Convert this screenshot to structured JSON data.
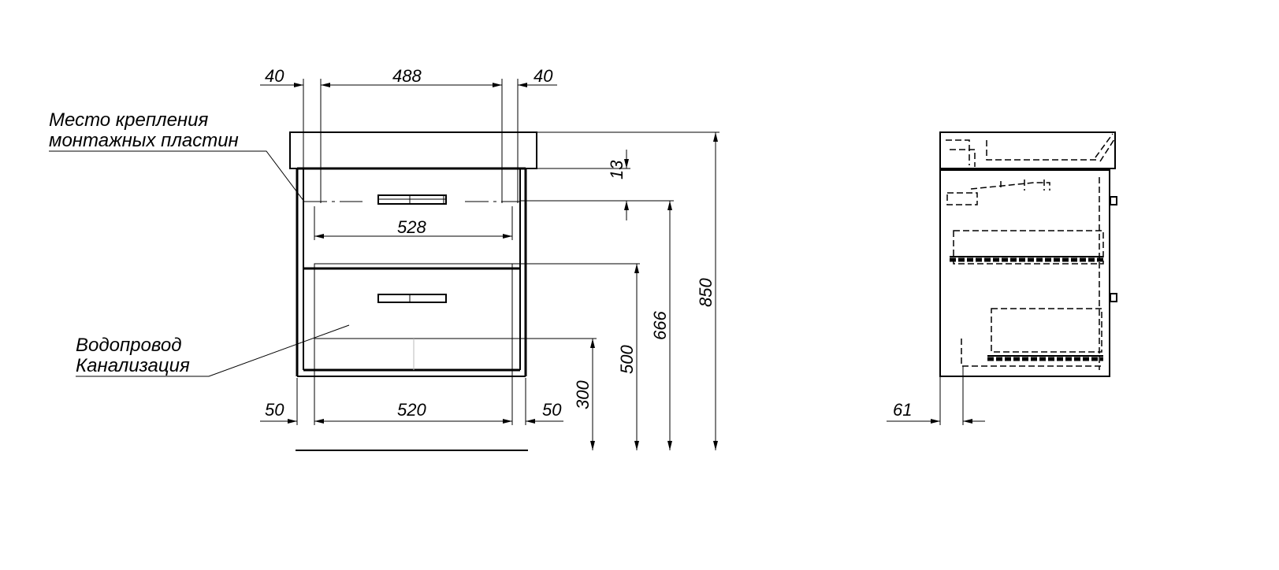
{
  "labels": {
    "mounting_plates_line1": "Место крепления",
    "mounting_plates_line2": "монтажных пластин",
    "plumbing_line1": "Водопровод",
    "plumbing_line2": "Канализация"
  },
  "dimensions": {
    "top_left_offset": "40",
    "top_span": "488",
    "top_right_offset": "40",
    "plate_width": "528",
    "bottom_left_offset": "50",
    "bottom_span": "520",
    "bottom_right_offset": "50",
    "plate_drop": "13",
    "plumbing_height": "300",
    "drainage_height": "500",
    "plate_height": "666",
    "total_height": "850",
    "side_offset": "61"
  }
}
